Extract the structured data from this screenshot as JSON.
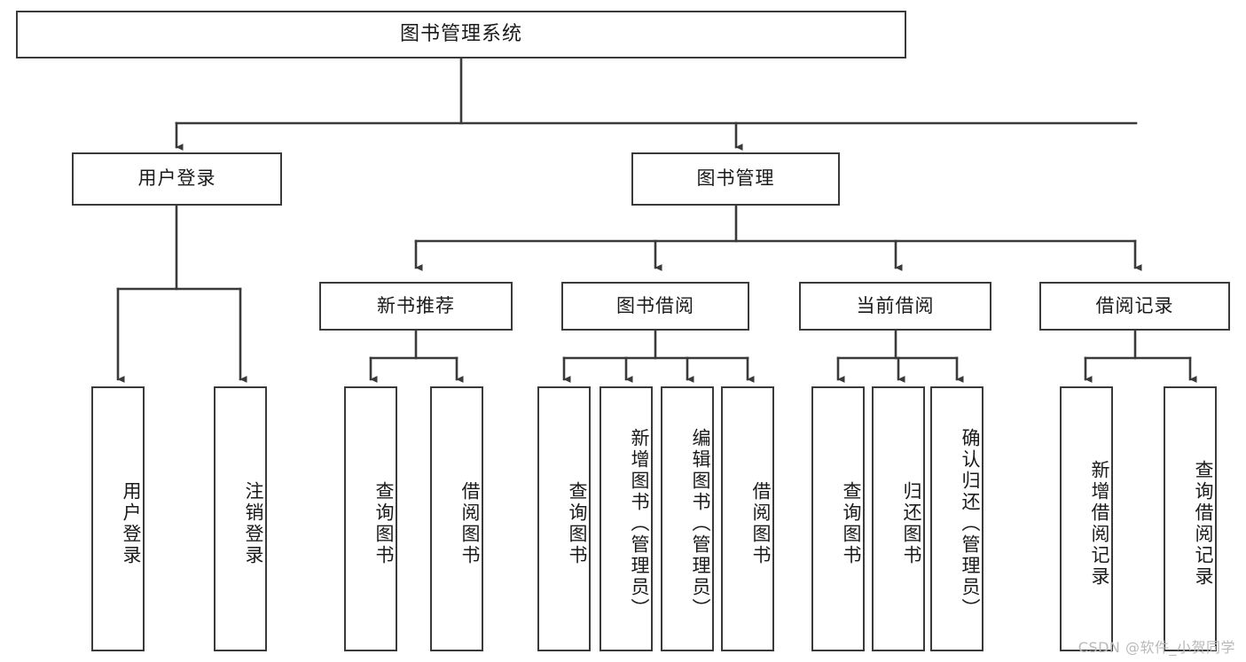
{
  "diagram": {
    "title_node": {
      "label": "图书管理系统"
    },
    "level1": [
      {
        "id": "user-login",
        "label": "用户登录"
      },
      {
        "id": "book-management",
        "label": "图书管理"
      }
    ],
    "level2": [
      {
        "id": "new-book-recommend",
        "label": "新书推荐"
      },
      {
        "id": "book-borrow",
        "label": "图书借阅"
      },
      {
        "id": "current-borrow",
        "label": "当前借阅"
      },
      {
        "id": "borrow-record",
        "label": "借阅记录"
      }
    ],
    "leaves": [
      {
        "id": "leaf-user-login",
        "label": "用户登录",
        "parent": "user-login"
      },
      {
        "id": "leaf-logout-login",
        "label": "注销登录",
        "parent": "user-login"
      },
      {
        "id": "leaf-query-book-1",
        "label": "查询图书",
        "parent": "new-book-recommend"
      },
      {
        "id": "leaf-borrow-book-1",
        "label": "借阅图书",
        "parent": "new-book-recommend"
      },
      {
        "id": "leaf-query-book-2",
        "label": "查询图书",
        "parent": "book-borrow"
      },
      {
        "id": "leaf-add-book-admin",
        "label": "新增图书（管理员）",
        "parent": "book-borrow"
      },
      {
        "id": "leaf-edit-book-admin",
        "label": "编辑图书（管理员）",
        "parent": "book-borrow"
      },
      {
        "id": "leaf-borrow-book-2",
        "label": "借阅图书",
        "parent": "book-borrow"
      },
      {
        "id": "leaf-query-book-3",
        "label": "查询图书",
        "parent": "current-borrow"
      },
      {
        "id": "leaf-return-book",
        "label": "归还图书",
        "parent": "current-borrow"
      },
      {
        "id": "leaf-confirm-return-admin",
        "label": "确认归还（管理员）",
        "parent": "current-borrow"
      },
      {
        "id": "leaf-add-borrow-record",
        "label": "新增借阅记录",
        "parent": "borrow-record"
      },
      {
        "id": "leaf-query-borrow-record",
        "label": "查询借阅记录",
        "parent": "borrow-record"
      }
    ],
    "watermark": "CSDN @软件_小贺同学",
    "colors": {
      "stroke": "#3a3a3a",
      "text": "#1a1a1a",
      "background": "#ffffff",
      "watermark": "#b9b9b9"
    }
  }
}
